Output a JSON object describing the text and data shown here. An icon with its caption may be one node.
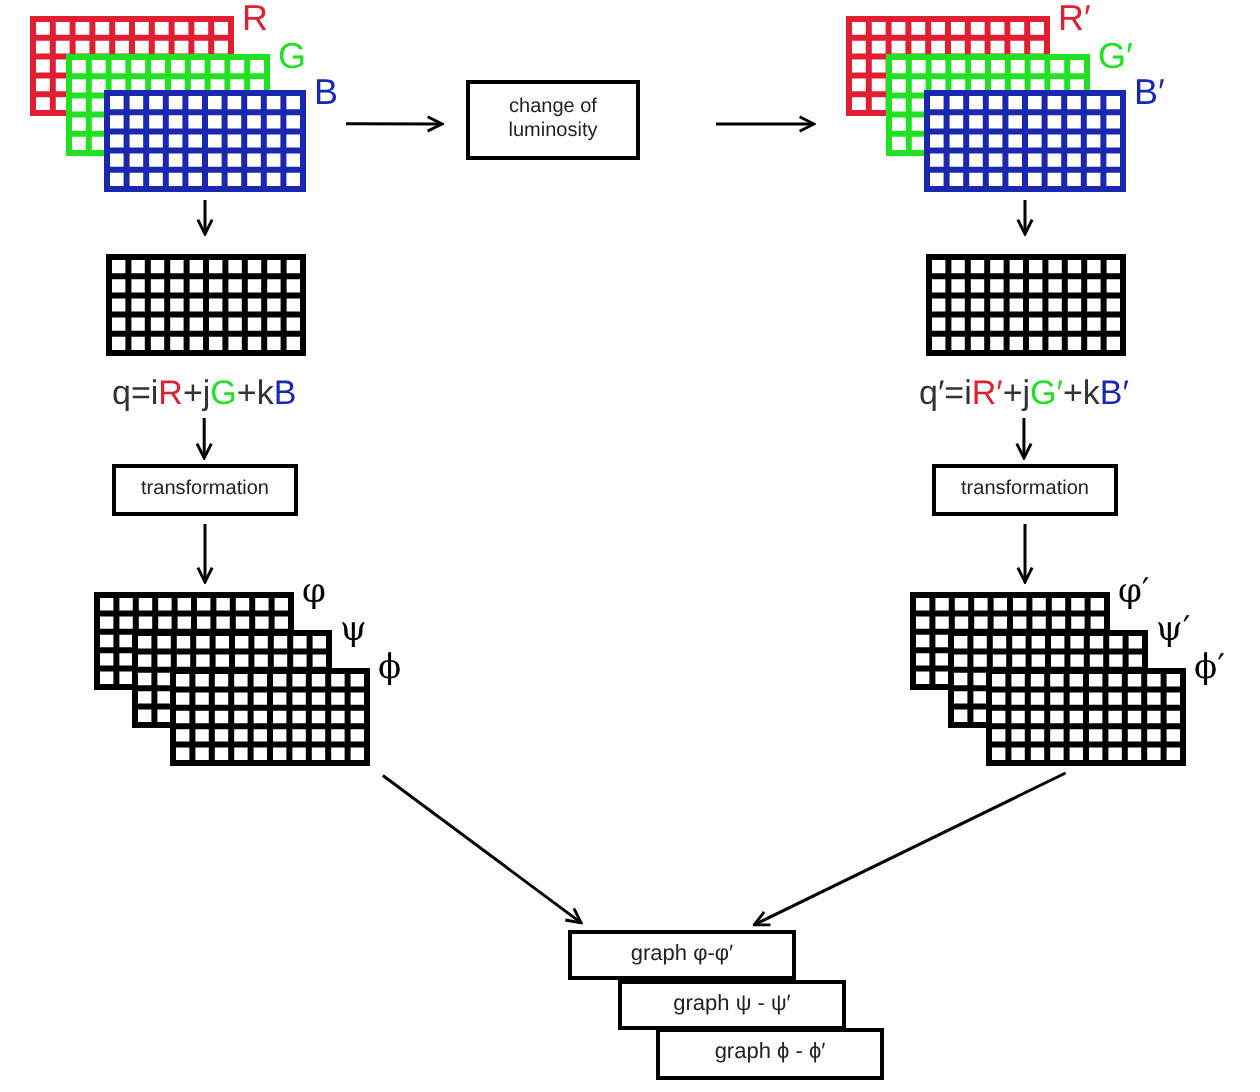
{
  "diagram": {
    "nodes": [
      {
        "text": [
          "R"
        ]
      },
      {
        "text": [
          "G"
        ]
      },
      {
        "text": [
          "B"
        ]
      },
      {
        "text": [
          "change of luminosity"
        ]
      },
      {
        "text": [
          "R′"
        ]
      },
      {
        "text": [
          "G′"
        ]
      },
      {
        "text": [
          "B′"
        ]
      },
      {
        "text": [],
        "shape": "grid"
      },
      {
        "text": [],
        "shape": "grid"
      },
      {
        "text": [
          "q=iR+jG+kB"
        ]
      },
      {
        "text": [
          "q′=iR′+jG′+kB′"
        ]
      },
      {
        "text": [
          "transformation"
        ]
      },
      {
        "text": [
          "transformation"
        ]
      },
      {
        "text": [
          "φ"
        ]
      },
      {
        "text": [
          "ψ"
        ]
      },
      {
        "text": [
          "ϕ"
        ]
      },
      {
        "text": [
          "φ′"
        ]
      },
      {
        "text": [
          "ψ′"
        ]
      },
      {
        "text": [
          "ϕ′"
        ]
      },
      {
        "text": [
          "graph φ-φ′"
        ]
      },
      {
        "text": [
          "graph ψ - ψ′"
        ]
      },
      {
        "text": [
          "graph ϕ - ϕ′"
        ]
      }
    ],
    "edges": [
      {
        "from": 2,
        "to": 3,
        "arrow": "to"
      },
      {
        "from": 3,
        "to": 4,
        "arrow": "to"
      },
      {
        "from": 2,
        "to": 7,
        "arrow": "to"
      },
      {
        "from": 9,
        "to": 11,
        "arrow": "to"
      },
      {
        "from": 11,
        "to": 13,
        "arrow": "to"
      },
      {
        "from": 6,
        "to": 8,
        "arrow": "to"
      },
      {
        "from": 10,
        "to": 12,
        "arrow": "to"
      },
      {
        "from": 12,
        "to": 16,
        "arrow": "to"
      },
      {
        "from": 15,
        "to": 19,
        "arrow": "to"
      },
      {
        "from": 18,
        "to": 19,
        "arrow": "to"
      }
    ]
  }
}
